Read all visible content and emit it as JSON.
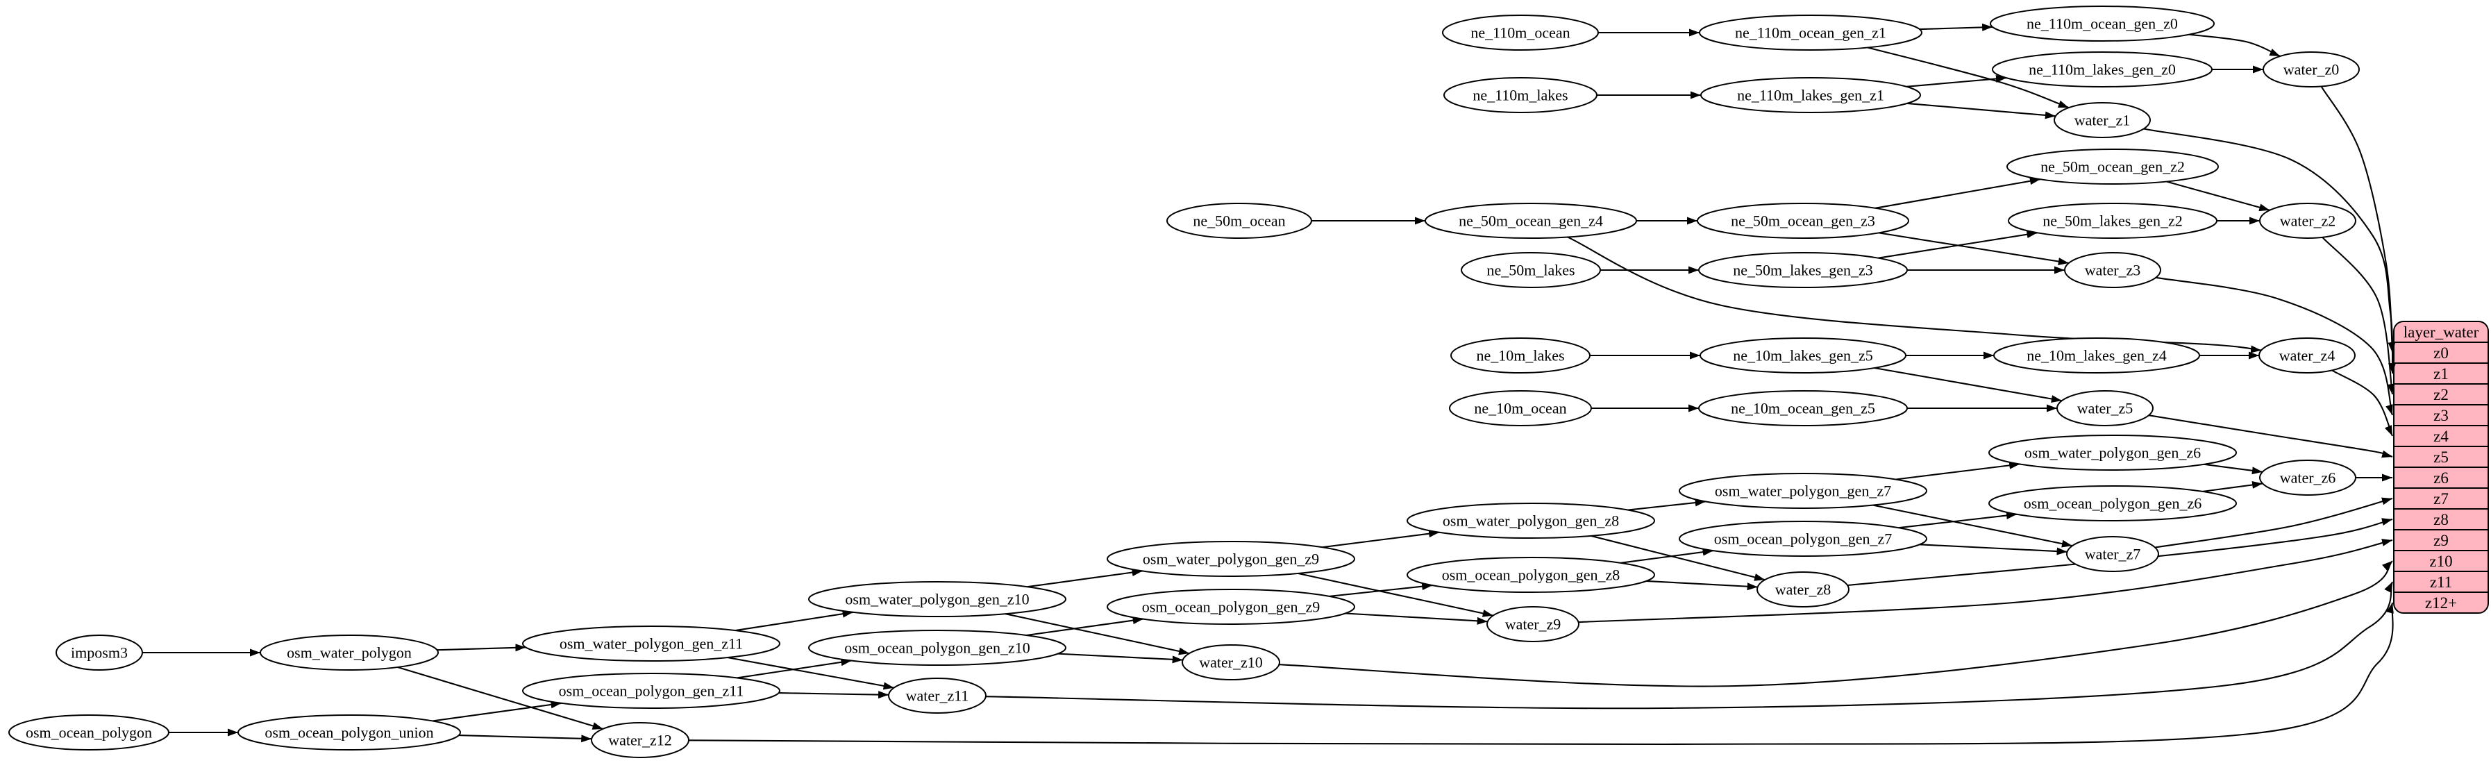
{
  "diagram": {
    "background": "#ffffff",
    "edge_color": "#000000",
    "node_fill": "#ffffff",
    "node_stroke": "#000000",
    "record_node": {
      "title": "layer_water",
      "fill": "#ffb6c1",
      "rows": [
        "z0",
        "z1",
        "z2",
        "z3",
        "z4",
        "z5",
        "z6",
        "z7",
        "z8",
        "z9",
        "z10",
        "z11",
        "z12+"
      ]
    },
    "nodes": [
      "ne_110m_ocean",
      "ne_110m_ocean_gen_z1",
      "ne_110m_ocean_gen_z0",
      "ne_110m_lakes",
      "ne_110m_lakes_gen_z1",
      "ne_110m_lakes_gen_z0",
      "water_z0",
      "water_z1",
      "ne_50m_ocean",
      "ne_50m_ocean_gen_z4",
      "ne_50m_ocean_gen_z3",
      "ne_50m_ocean_gen_z2",
      "ne_50m_lakes",
      "ne_50m_lakes_gen_z3",
      "ne_50m_lakes_gen_z2",
      "water_z2",
      "water_z3",
      "ne_10m_lakes",
      "ne_10m_lakes_gen_z5",
      "ne_10m_lakes_gen_z4",
      "ne_10m_ocean",
      "ne_10m_ocean_gen_z5",
      "water_z4",
      "water_z5",
      "osm_water_polygon_gen_z6",
      "osm_ocean_polygon_gen_z6",
      "water_z6",
      "osm_water_polygon_gen_z7",
      "osm_ocean_polygon_gen_z7",
      "water_z7",
      "osm_water_polygon_gen_z8",
      "osm_ocean_polygon_gen_z8",
      "water_z8",
      "osm_water_polygon_gen_z9",
      "osm_ocean_polygon_gen_z9",
      "water_z9",
      "osm_water_polygon_gen_z10",
      "osm_ocean_polygon_gen_z10",
      "water_z10",
      "osm_water_polygon_gen_z11",
      "osm_ocean_polygon_gen_z11",
      "water_z11",
      "imposm3",
      "osm_water_polygon",
      "osm_ocean_polygon",
      "osm_ocean_polygon_union",
      "water_z12"
    ],
    "edges": [
      [
        "ne_110m_ocean",
        "ne_110m_ocean_gen_z1"
      ],
      [
        "ne_110m_ocean_gen_z1",
        "ne_110m_ocean_gen_z0"
      ],
      [
        "ne_110m_ocean_gen_z1",
        "water_z1"
      ],
      [
        "ne_110m_ocean_gen_z0",
        "water_z0"
      ],
      [
        "ne_110m_lakes",
        "ne_110m_lakes_gen_z1"
      ],
      [
        "ne_110m_lakes_gen_z1",
        "ne_110m_lakes_gen_z0"
      ],
      [
        "ne_110m_lakes_gen_z1",
        "water_z1"
      ],
      [
        "ne_110m_lakes_gen_z0",
        "water_z0"
      ],
      [
        "water_z0",
        "layer_water",
        "z0"
      ],
      [
        "water_z1",
        "layer_water",
        "z1"
      ],
      [
        "ne_50m_ocean",
        "ne_50m_ocean_gen_z4"
      ],
      [
        "ne_50m_ocean_gen_z4",
        "ne_50m_ocean_gen_z3"
      ],
      [
        "ne_50m_ocean_gen_z4",
        "water_z4"
      ],
      [
        "ne_50m_ocean_gen_z3",
        "ne_50m_ocean_gen_z2"
      ],
      [
        "ne_50m_ocean_gen_z3",
        "water_z3"
      ],
      [
        "ne_50m_ocean_gen_z2",
        "water_z2"
      ],
      [
        "ne_50m_lakes",
        "ne_50m_lakes_gen_z3"
      ],
      [
        "ne_50m_lakes_gen_z3",
        "ne_50m_lakes_gen_z2"
      ],
      [
        "ne_50m_lakes_gen_z3",
        "water_z3"
      ],
      [
        "ne_50m_lakes_gen_z2",
        "water_z2"
      ],
      [
        "water_z2",
        "layer_water",
        "z2"
      ],
      [
        "water_z3",
        "layer_water",
        "z3"
      ],
      [
        "ne_10m_lakes",
        "ne_10m_lakes_gen_z5"
      ],
      [
        "ne_10m_lakes_gen_z5",
        "ne_10m_lakes_gen_z4"
      ],
      [
        "ne_10m_lakes_gen_z5",
        "water_z5"
      ],
      [
        "ne_10m_lakes_gen_z4",
        "water_z4"
      ],
      [
        "ne_10m_ocean",
        "ne_10m_ocean_gen_z5"
      ],
      [
        "ne_10m_ocean_gen_z5",
        "water_z5"
      ],
      [
        "water_z4",
        "layer_water",
        "z4"
      ],
      [
        "water_z5",
        "layer_water",
        "z5"
      ],
      [
        "imposm3",
        "osm_water_polygon"
      ],
      [
        "osm_water_polygon",
        "osm_water_polygon_gen_z11"
      ],
      [
        "osm_water_polygon",
        "water_z12"
      ],
      [
        "osm_ocean_polygon",
        "osm_ocean_polygon_union"
      ],
      [
        "osm_ocean_polygon_union",
        "osm_ocean_polygon_gen_z11"
      ],
      [
        "osm_ocean_polygon_union",
        "water_z12"
      ],
      [
        "osm_water_polygon_gen_z11",
        "osm_water_polygon_gen_z10"
      ],
      [
        "osm_water_polygon_gen_z11",
        "water_z11"
      ],
      [
        "osm_ocean_polygon_gen_z11",
        "osm_ocean_polygon_gen_z10"
      ],
      [
        "osm_ocean_polygon_gen_z11",
        "water_z11"
      ],
      [
        "osm_water_polygon_gen_z10",
        "osm_water_polygon_gen_z9"
      ],
      [
        "osm_water_polygon_gen_z10",
        "water_z10"
      ],
      [
        "osm_ocean_polygon_gen_z10",
        "osm_ocean_polygon_gen_z9"
      ],
      [
        "osm_ocean_polygon_gen_z10",
        "water_z10"
      ],
      [
        "osm_water_polygon_gen_z9",
        "osm_water_polygon_gen_z8"
      ],
      [
        "osm_water_polygon_gen_z9",
        "water_z9"
      ],
      [
        "osm_ocean_polygon_gen_z9",
        "osm_ocean_polygon_gen_z8"
      ],
      [
        "osm_ocean_polygon_gen_z9",
        "water_z9"
      ],
      [
        "osm_water_polygon_gen_z8",
        "osm_water_polygon_gen_z7"
      ],
      [
        "osm_water_polygon_gen_z8",
        "water_z8"
      ],
      [
        "osm_ocean_polygon_gen_z8",
        "osm_ocean_polygon_gen_z7"
      ],
      [
        "osm_ocean_polygon_gen_z8",
        "water_z8"
      ],
      [
        "osm_water_polygon_gen_z7",
        "osm_water_polygon_gen_z6"
      ],
      [
        "osm_water_polygon_gen_z7",
        "water_z7"
      ],
      [
        "osm_ocean_polygon_gen_z7",
        "osm_ocean_polygon_gen_z6"
      ],
      [
        "osm_ocean_polygon_gen_z7",
        "water_z7"
      ],
      [
        "osm_water_polygon_gen_z6",
        "water_z6"
      ],
      [
        "osm_ocean_polygon_gen_z6",
        "water_z6"
      ],
      [
        "water_z6",
        "layer_water",
        "z6"
      ],
      [
        "water_z7",
        "layer_water",
        "z7"
      ],
      [
        "water_z8",
        "layer_water",
        "z8"
      ],
      [
        "water_z9",
        "layer_water",
        "z9"
      ],
      [
        "water_z10",
        "layer_water",
        "z10"
      ],
      [
        "water_z11",
        "layer_water",
        "z11"
      ],
      [
        "water_z12",
        "layer_water",
        "z12+"
      ]
    ]
  }
}
